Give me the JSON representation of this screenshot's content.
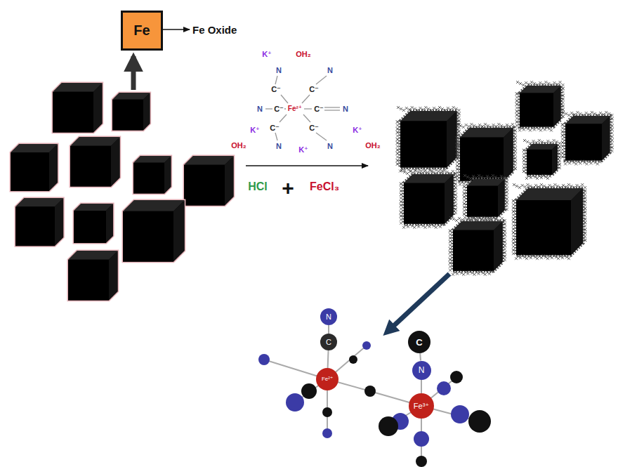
{
  "diagram": {
    "nodes": [
      {
        "text": [
          "Fe"
        ]
      },
      {
        "text": [
          "N"
        ]
      },
      {
        "text": [
          "C"
        ]
      },
      {
        "text": [
          "Fe²⁺"
        ]
      },
      {
        "text": [
          "C"
        ]
      },
      {
        "text": [
          "N"
        ]
      },
      {
        "text": [
          "Fe³⁺"
        ]
      }
    ],
    "edges": [
      {
        "from": 1,
        "to": 2,
        "arrow": "none"
      },
      {
        "from": 2,
        "to": 3,
        "arrow": "none"
      },
      {
        "from": 4,
        "to": 5,
        "arrow": "none"
      },
      {
        "from": 5,
        "to": 6,
        "arrow": "none"
      }
    ],
    "labels": [
      "Fe Oxide",
      "OH₂",
      "K⁺",
      "N",
      "C⁻",
      "N",
      "C⁻",
      "N",
      "C⁻",
      "Fe²⁺",
      "C⁻",
      "N",
      "K⁺",
      "C⁻",
      "C⁻",
      "K⁺",
      "OH₂",
      "N",
      "N",
      "K⁺",
      "OH₂",
      "HCl",
      "+",
      "FeCl₃"
    ]
  }
}
